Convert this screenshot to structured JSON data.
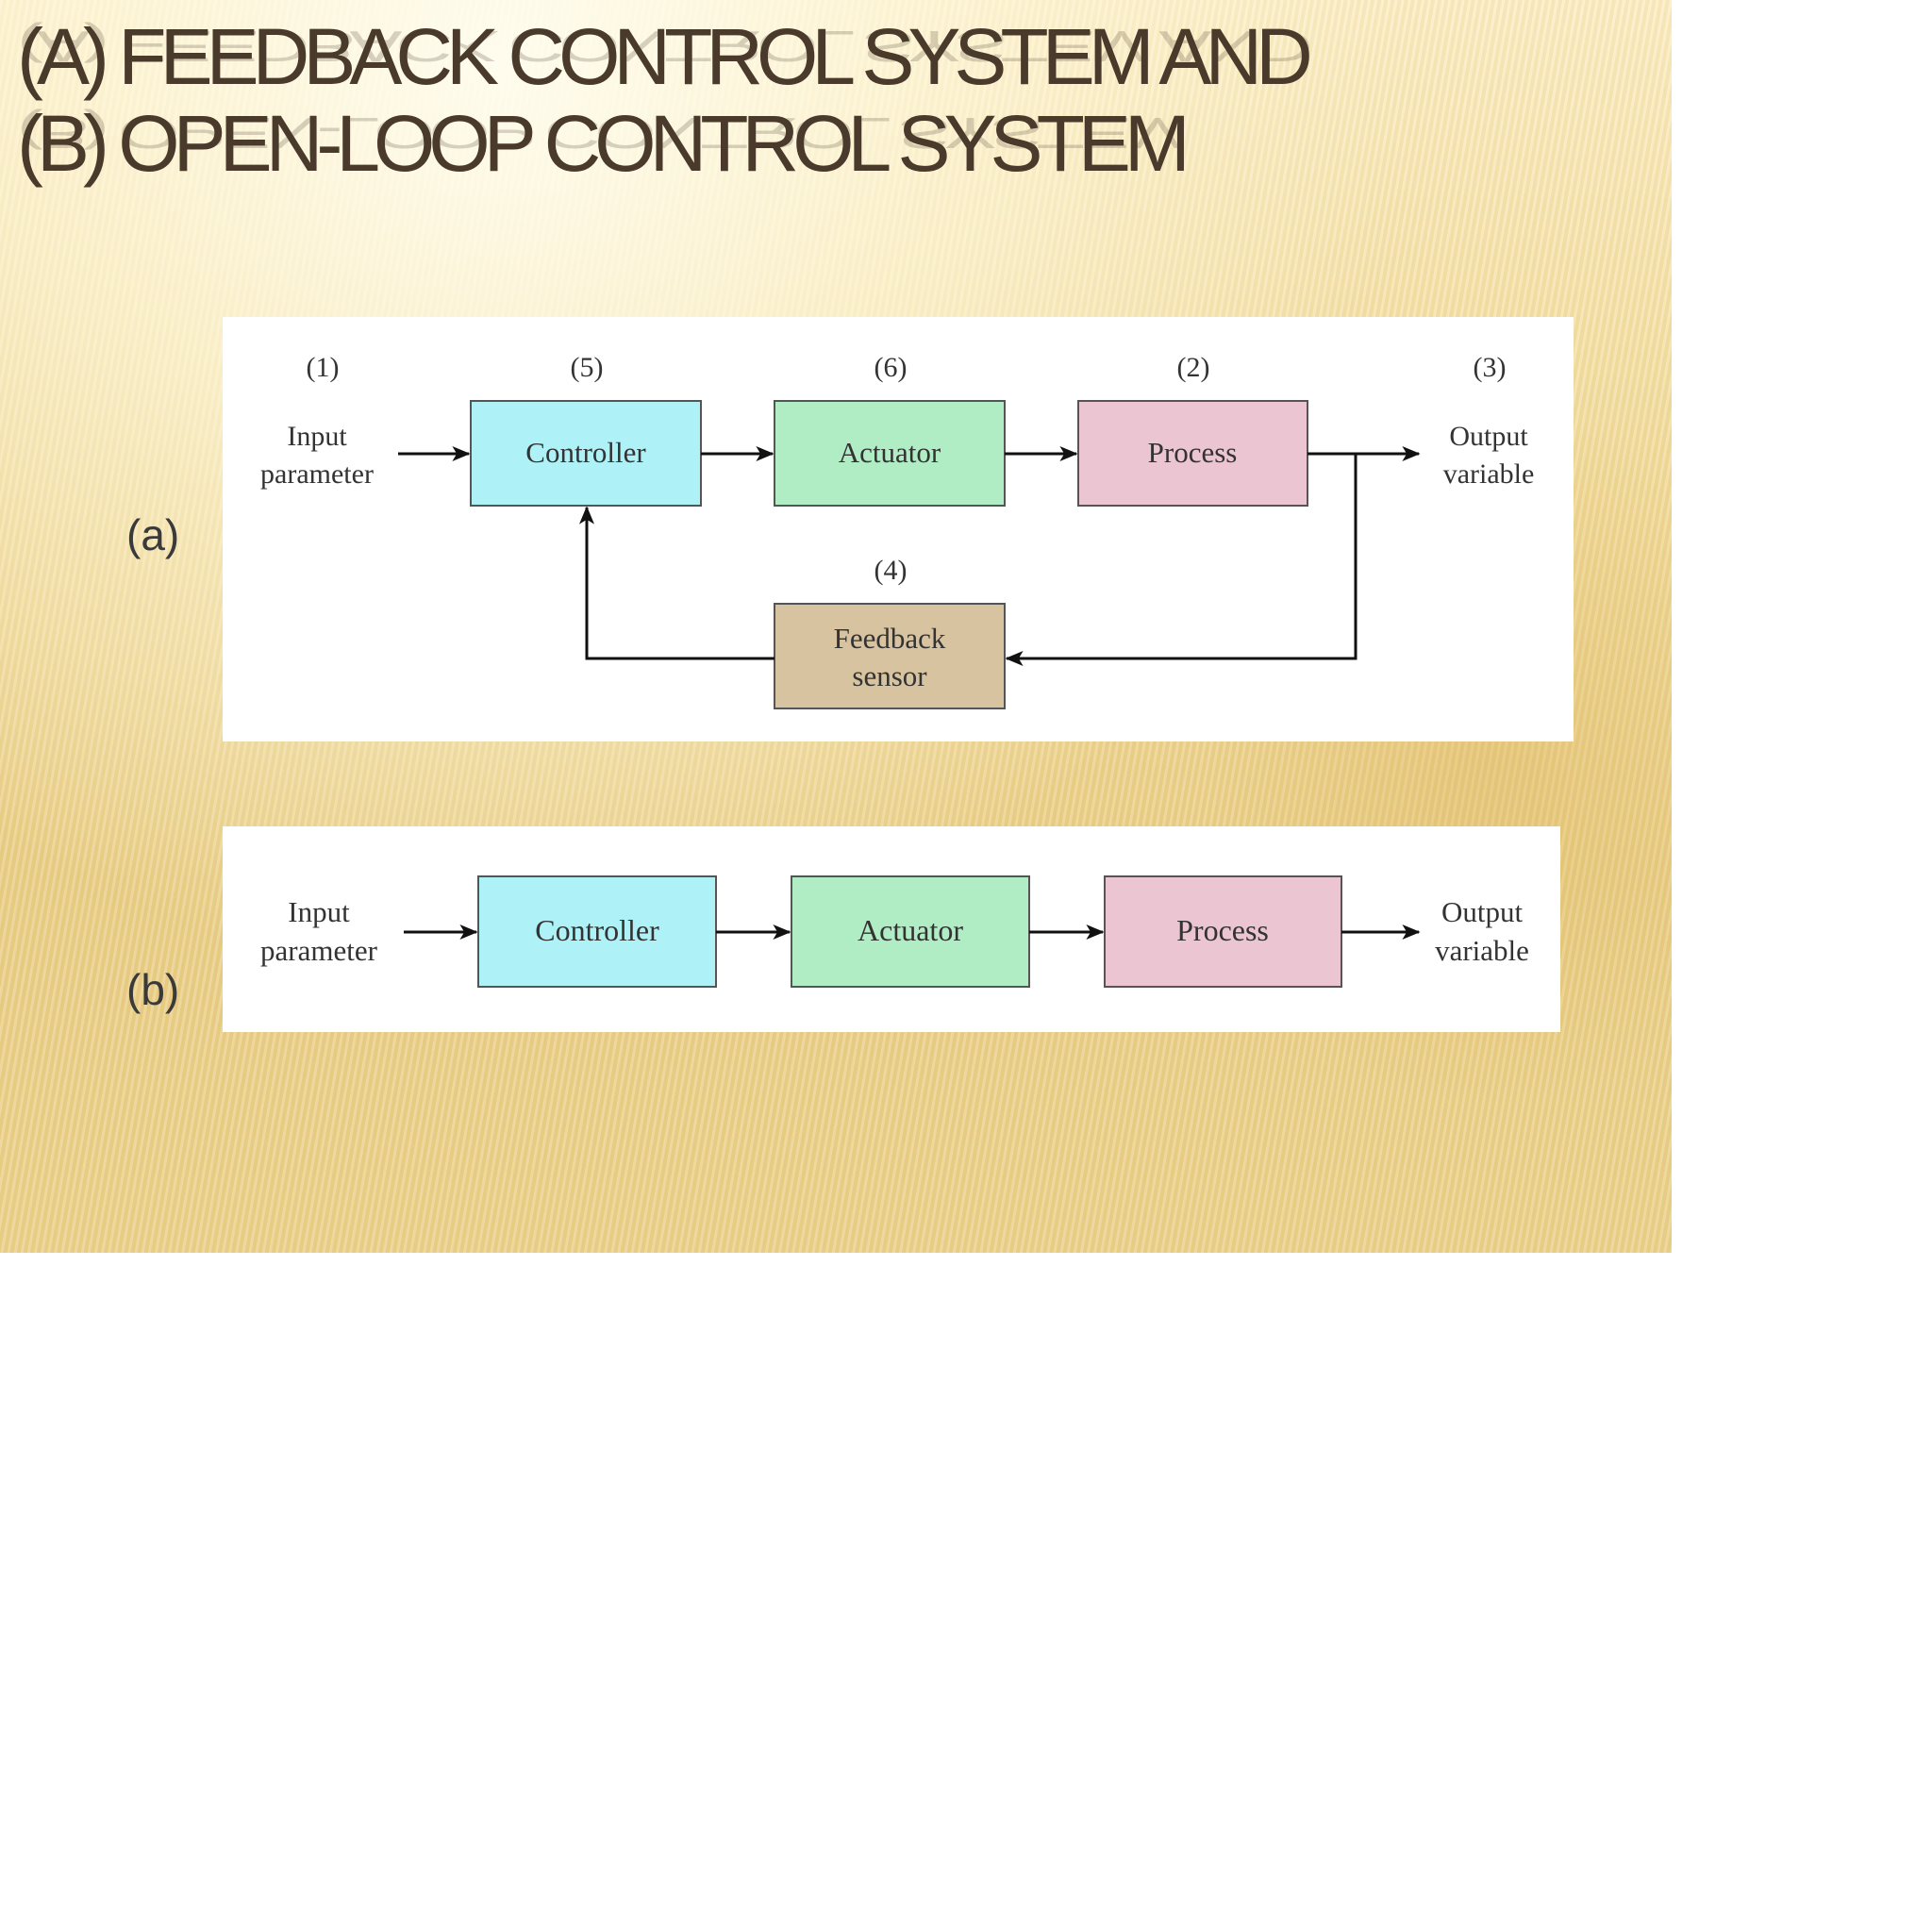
{
  "title": {
    "line1": "(A) FEEDBACK CONTROL SYSTEM AND",
    "line2": "(B) OPEN-LOOP CONTROL SYSTEM"
  },
  "diagram_a": {
    "label": "(a)",
    "input": {
      "number": "(1)",
      "line1": "Input",
      "line2": "parameter"
    },
    "controller": {
      "number": "(5)",
      "label": "Controller"
    },
    "actuator": {
      "number": "(6)",
      "label": "Actuator"
    },
    "process": {
      "number": "(2)",
      "label": "Process"
    },
    "output": {
      "number": "(3)",
      "line1": "Output",
      "line2": "variable"
    },
    "feedback": {
      "number": "(4)",
      "line1": "Feedback",
      "line2": "sensor"
    }
  },
  "diagram_b": {
    "label": "(b)",
    "input": {
      "line1": "Input",
      "line2": "parameter"
    },
    "controller": {
      "label": "Controller"
    },
    "actuator": {
      "label": "Actuator"
    },
    "process": {
      "label": "Process"
    },
    "output": {
      "line1": "Output",
      "line2": "variable"
    }
  },
  "colors": {
    "controller": "#aef2f8",
    "actuator": "#b0ecc4",
    "process": "#ebc5d1",
    "feedback": "#d7c39f",
    "title": "#4a3a2c"
  }
}
